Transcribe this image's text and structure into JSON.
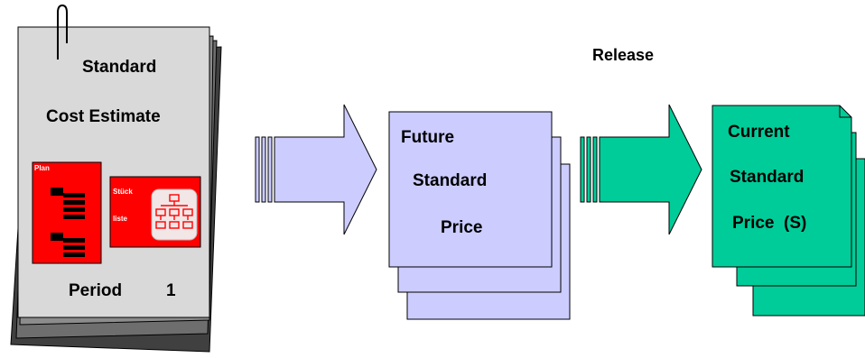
{
  "document": {
    "title_line1": "Standard",
    "title_line2": "Cost Estimate",
    "plan_label": "Plan",
    "stueck_label": "Stück",
    "liste_label": "liste",
    "period_label": "Period",
    "period_number": "1"
  },
  "future": {
    "line1": "Future",
    "line2": "Standard",
    "line3": "Price"
  },
  "release_label": "Release",
  "current": {
    "line1": "Current",
    "line2": "Standard",
    "line3": "Price  (S)"
  },
  "colors": {
    "page_grey": "#d9d9d9",
    "red": "#ff0000",
    "lavender": "#ccccff",
    "teal": "#00cc99",
    "shadow_dark": "#404040",
    "shadow_mid": "#8c8c8c"
  }
}
